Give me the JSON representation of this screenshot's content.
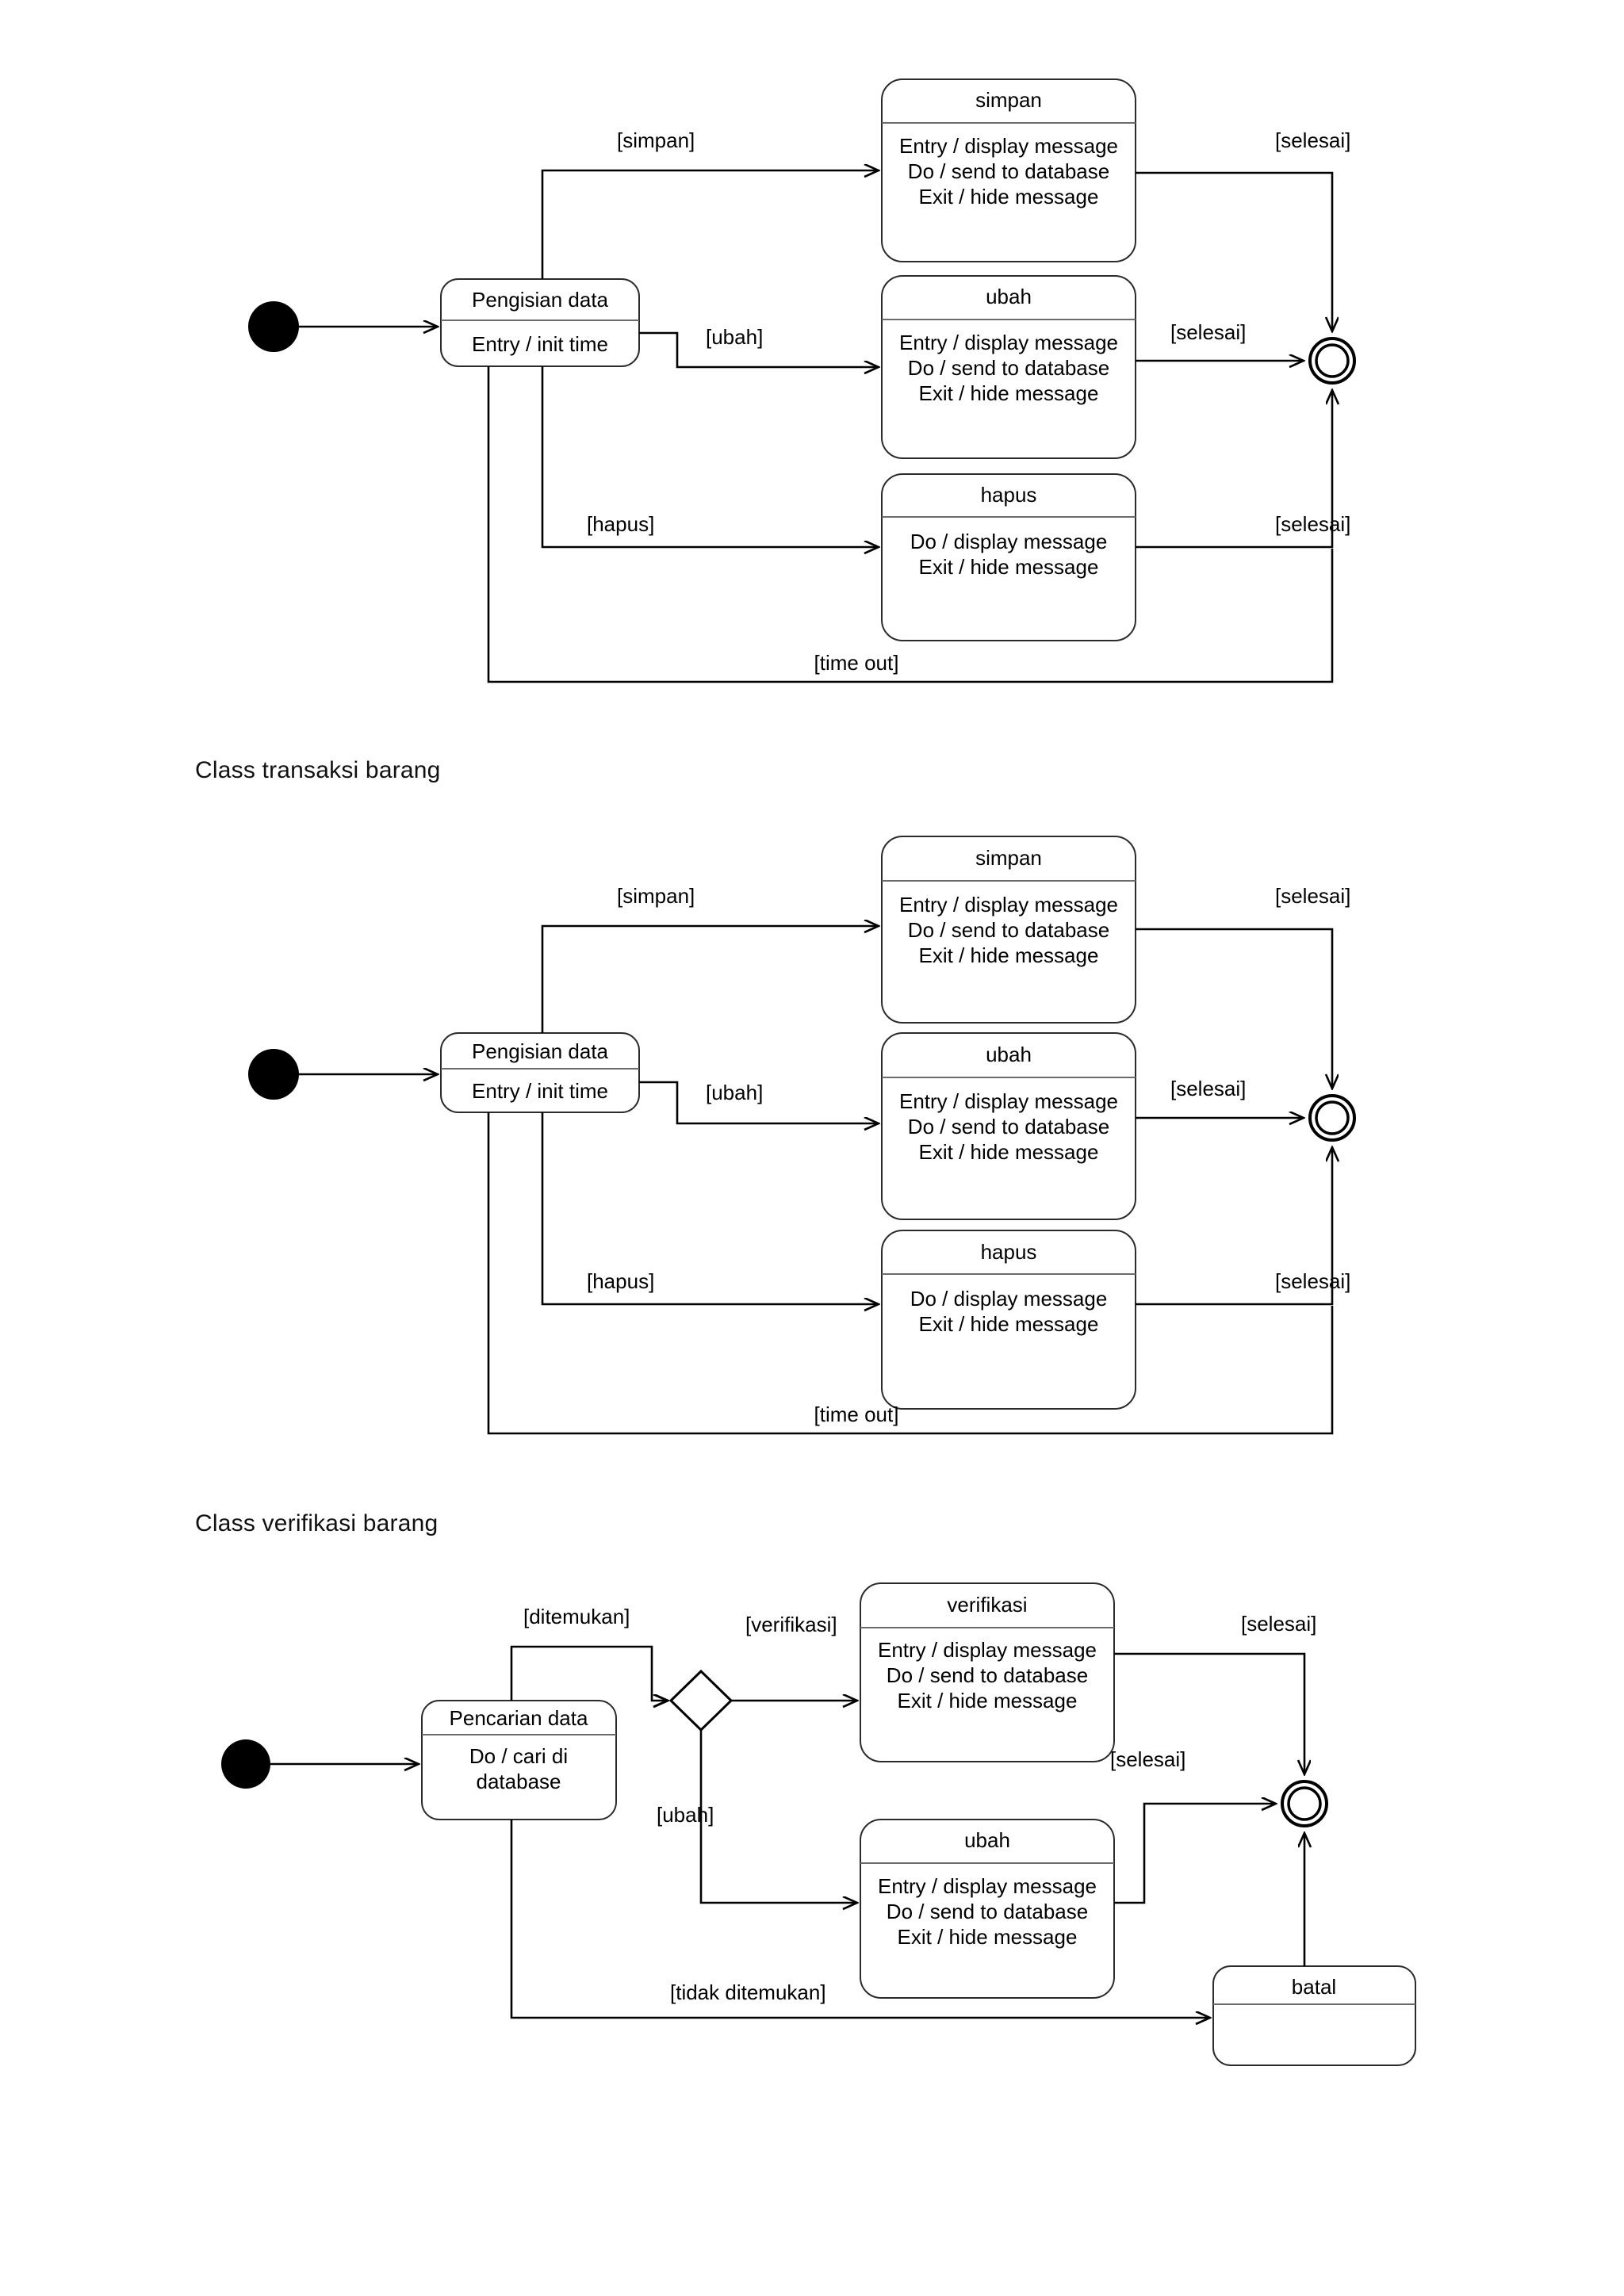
{
  "page": {
    "background": "#ffffff",
    "line_color": "#000000",
    "box_fill": "#ffffff",
    "box_stroke": "#2b2b2b"
  },
  "captions": [
    {
      "text": "Class transaksi barang"
    },
    {
      "text": "Class verifikasi barang"
    }
  ],
  "diagram1": {
    "start_state": "initial-state",
    "states": [
      {
        "name": "Pengisian data",
        "lines": [
          "Entry / init time"
        ]
      },
      {
        "name": "simpan",
        "lines": [
          "Entry / display message",
          "Do / send to database",
          "Exit / hide message"
        ]
      },
      {
        "name": "ubah",
        "lines": [
          "Entry / display message",
          "Do / send to database",
          "Exit / hide message"
        ]
      },
      {
        "name": "hapus",
        "lines": [
          "Do / display message",
          "Exit / hide message"
        ]
      }
    ],
    "final_state": "final-state",
    "transitions": [
      {
        "guard": "[simpan]",
        "from": "Pengisian data",
        "to": "simpan"
      },
      {
        "guard": "[ubah]",
        "from": "Pengisian data",
        "to": "ubah"
      },
      {
        "guard": "[hapus]",
        "from": "Pengisian data",
        "to": "hapus"
      },
      {
        "guard": "[selesai]",
        "from": "simpan",
        "to": "final"
      },
      {
        "guard": "[selesai]",
        "from": "ubah",
        "to": "final"
      },
      {
        "guard": "[selesai]",
        "from": "hapus",
        "to": "final"
      },
      {
        "guard": "[time out]",
        "from": "Pengisian data",
        "to": "final"
      }
    ]
  },
  "diagram2": {
    "start_state": "initial-state",
    "states": [
      {
        "name": "Pengisian data",
        "lines": [
          "Entry / init time"
        ]
      },
      {
        "name": "simpan",
        "lines": [
          "Entry / display message",
          "Do / send to database",
          "Exit / hide message"
        ]
      },
      {
        "name": "ubah",
        "lines": [
          "Entry / display message",
          "Do / send to database",
          "Exit / hide message"
        ]
      },
      {
        "name": "hapus",
        "lines": [
          "Do / display message",
          "Exit / hide message"
        ]
      }
    ],
    "final_state": "final-state",
    "transitions": [
      {
        "guard": "[simpan]",
        "from": "Pengisian data",
        "to": "simpan"
      },
      {
        "guard": "[ubah]",
        "from": "Pengisian data",
        "to": "ubah"
      },
      {
        "guard": "[hapus]",
        "from": "Pengisian data",
        "to": "hapus"
      },
      {
        "guard": "[selesai]",
        "from": "simpan",
        "to": "final"
      },
      {
        "guard": "[selesai]",
        "from": "ubah",
        "to": "final"
      },
      {
        "guard": "[selesai]",
        "from": "hapus",
        "to": "final"
      },
      {
        "guard": "[time out]",
        "from": "Pengisian data",
        "to": "final"
      }
    ]
  },
  "diagram3": {
    "start_state": "initial-state",
    "states": [
      {
        "name": "Pencarian data",
        "lines": [
          "Do / cari di",
          "database"
        ]
      },
      {
        "name": "verifikasi",
        "lines": [
          "Entry / display message",
          "Do / send to database",
          "Exit / hide message"
        ]
      },
      {
        "name": "ubah",
        "lines": [
          "Entry / display message",
          "Do / send to database",
          "Exit / hide message"
        ]
      },
      {
        "name": "batal",
        "lines": []
      }
    ],
    "decision_node": "decision-diamond",
    "final_state": "final-state",
    "transitions": [
      {
        "guard": "[ditemukan]",
        "from": "Pencarian data",
        "to": "decision"
      },
      {
        "guard": "[verifikasi]",
        "from": "decision",
        "to": "verifikasi"
      },
      {
        "guard": "[ubah]",
        "from": "decision",
        "to": "ubah"
      },
      {
        "guard": "[selesai]",
        "from": "verifikasi",
        "to": "final"
      },
      {
        "guard": "[selesai]",
        "from": "ubah",
        "to": "final"
      },
      {
        "guard": "[tidak ditemukan]",
        "from": "Pencarian data",
        "to": "batal"
      }
    ]
  }
}
